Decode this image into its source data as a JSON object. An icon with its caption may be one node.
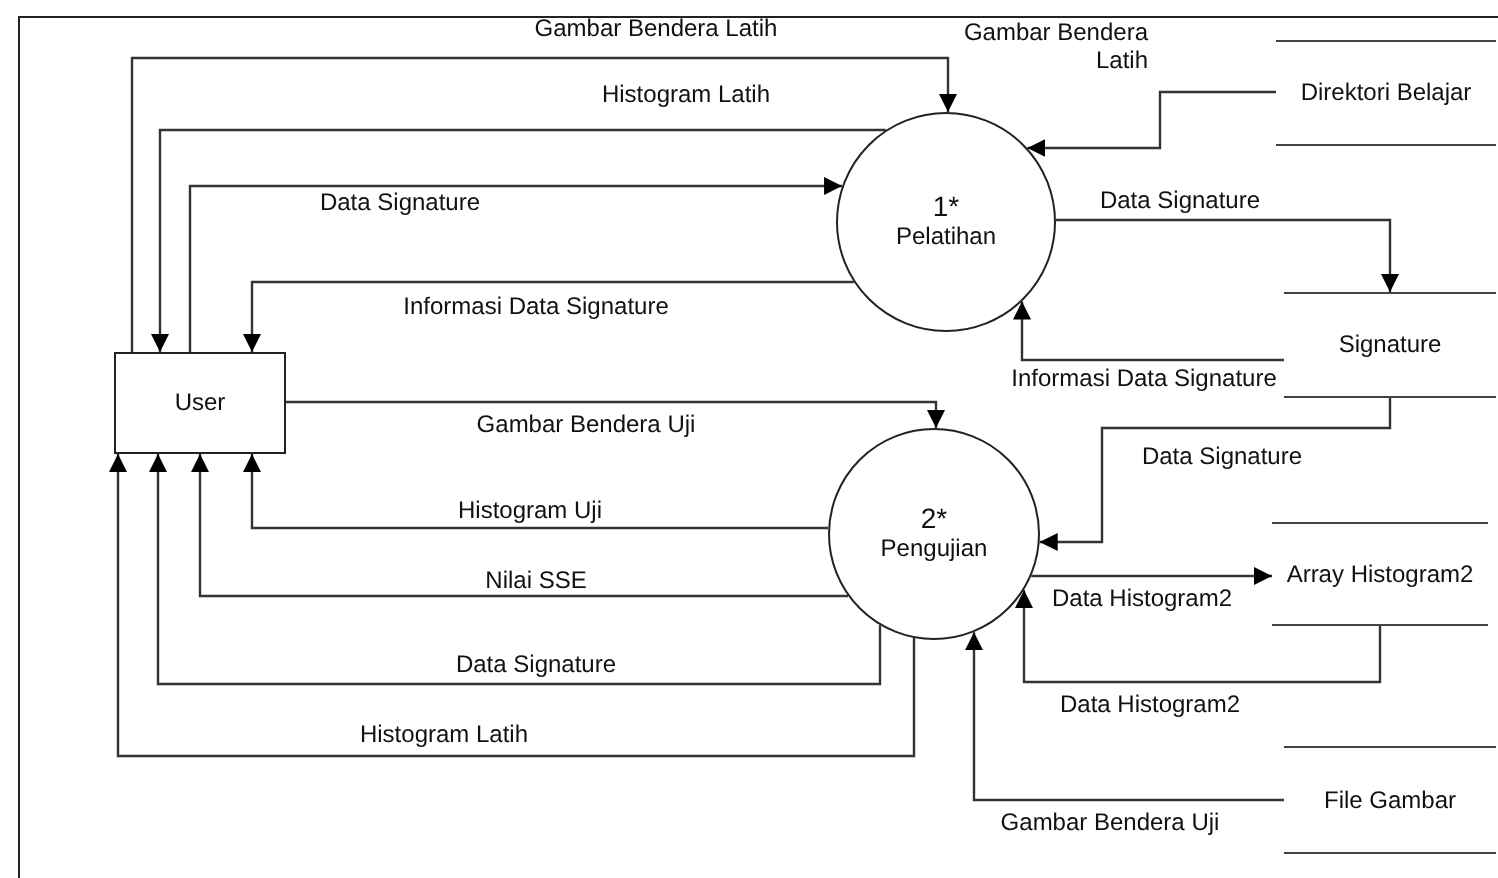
{
  "diagram": {
    "nodes": [
      {
        "text": [
          "User"
        ]
      },
      {
        "text": [
          "1*",
          "Pelatihan"
        ]
      },
      {
        "text": [
          "2*",
          "Pengujian"
        ]
      },
      {
        "text": [
          "Direktori Belajar"
        ]
      },
      {
        "text": [
          "Signature"
        ]
      },
      {
        "text": [
          "Array Histogram2"
        ]
      },
      {
        "text": [
          "File Gambar"
        ]
      }
    ],
    "edges": [
      {
        "from": 0,
        "to": 1,
        "arrow": "to",
        "label": "Gambar Bendera Latih"
      },
      {
        "from": 1,
        "to": 0,
        "arrow": "to",
        "label": "Histogram Latih"
      },
      {
        "from": 0,
        "to": 1,
        "arrow": "to",
        "label": "Data Signature"
      },
      {
        "from": 1,
        "to": 0,
        "arrow": "to",
        "label": "Informasi Data Signature"
      },
      {
        "from": 0,
        "to": 2,
        "arrow": "to",
        "label": "Gambar Bendera Uji"
      },
      {
        "from": 2,
        "to": 0,
        "arrow": "to",
        "label": "Histogram Uji"
      },
      {
        "from": 2,
        "to": 0,
        "arrow": "to",
        "label": "Nilai SSE"
      },
      {
        "from": 2,
        "to": 0,
        "arrow": "to",
        "label": "Data Signature"
      },
      {
        "from": 2,
        "to": 0,
        "arrow": "to",
        "label": "Histogram Latih"
      },
      {
        "from": 3,
        "to": 1,
        "arrow": "to",
        "label": "Gambar Bendera Latih"
      },
      {
        "from": 1,
        "to": 4,
        "arrow": "to",
        "label": "Data Signature"
      },
      {
        "from": 4,
        "to": 1,
        "arrow": "to",
        "label": "Informasi Data Signature"
      },
      {
        "from": 4,
        "to": 2,
        "arrow": "to",
        "label": "Data Signature"
      },
      {
        "from": 2,
        "to": 5,
        "arrow": "to",
        "label": "Data Histogram2"
      },
      {
        "from": 5,
        "to": 2,
        "arrow": "to",
        "label": "Data Histogram2"
      },
      {
        "from": 6,
        "to": 2,
        "arrow": "to",
        "label": "Gambar Bendera Uji"
      }
    ]
  }
}
